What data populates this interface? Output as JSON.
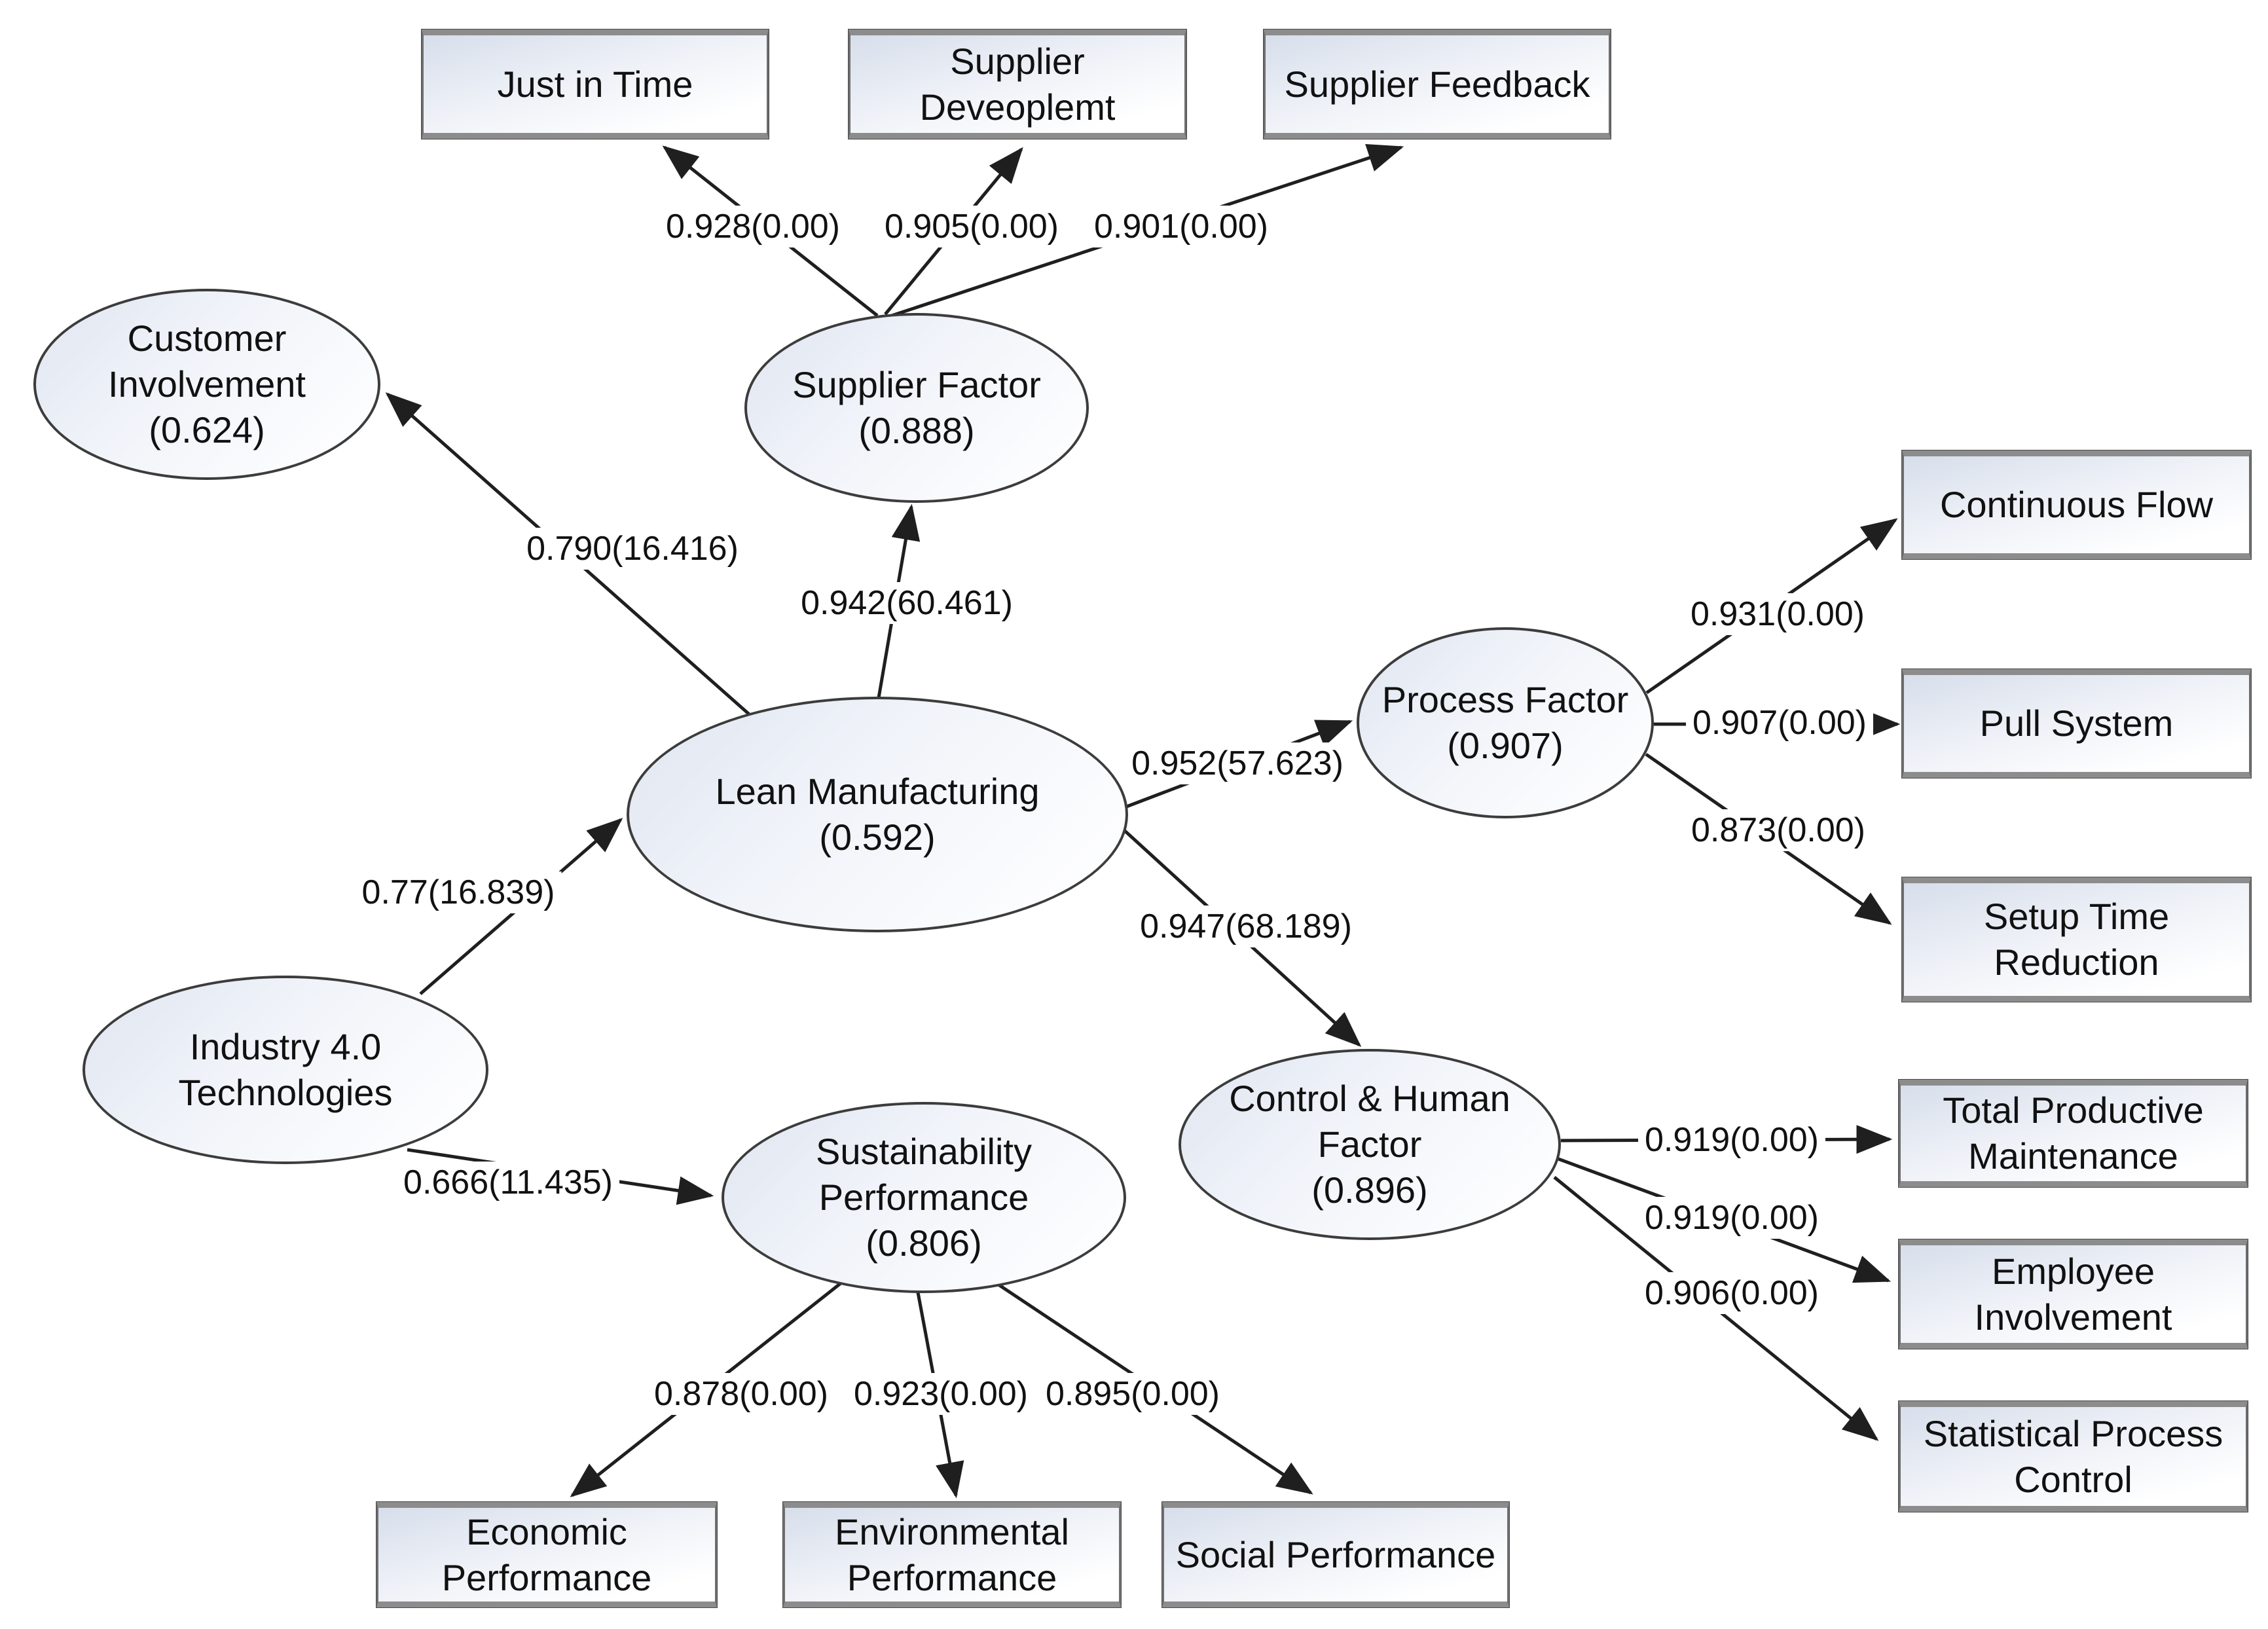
{
  "diagram": {
    "kind": "structural-equation-path-model",
    "background_color": "#ffffff",
    "line_color": "#1f1f1f",
    "node_border_color": "#3c3c3c",
    "node_fill_light": "#dfe5f0"
  },
  "nodes": {
    "just_in_time": {
      "shape": "rectangle",
      "label": "Just in Time"
    },
    "supplier_development": {
      "shape": "rectangle",
      "label": "Supplier\nDeveoplemt"
    },
    "supplier_feedback": {
      "shape": "rectangle",
      "label": "Supplier Feedback"
    },
    "continuous_flow": {
      "shape": "rectangle",
      "label": "Continuous Flow"
    },
    "pull_system": {
      "shape": "rectangle",
      "label": "Pull System"
    },
    "setup_time_reduction": {
      "shape": "rectangle",
      "label": "Setup Time\nReduction"
    },
    "total_productive_maintenance": {
      "shape": "rectangle",
      "label": "Total Productive\nMaintenance"
    },
    "employee_involvement": {
      "shape": "rectangle",
      "label": "Employee\nInvolvement"
    },
    "statistical_process_control": {
      "shape": "rectangle",
      "label": "Statistical Process\nControl"
    },
    "economic_performance": {
      "shape": "rectangle",
      "label": "Economic\nPerformance"
    },
    "environmental_performance": {
      "shape": "rectangle",
      "label": "Environmental\nPerformance"
    },
    "social_performance": {
      "shape": "rectangle",
      "label": "Social Performance"
    },
    "customer_involvement": {
      "shape": "ellipse",
      "label": "Customer\nInvolvement\n(0.624)"
    },
    "supplier_factor": {
      "shape": "ellipse",
      "label": "Supplier Factor\n(0.888)"
    },
    "lean_manufacturing": {
      "shape": "ellipse",
      "label": "Lean Manufacturing\n(0.592)"
    },
    "industry_40_technologies": {
      "shape": "ellipse",
      "label": "Industry 4.0\nTechnologies"
    },
    "process_factor": {
      "shape": "ellipse",
      "label": "Process Factor\n(0.907)"
    },
    "control_human_factor": {
      "shape": "ellipse",
      "label": "Control & Human\nFactor\n(0.896)"
    },
    "sustainability_performance": {
      "shape": "ellipse",
      "label": "Sustainability\nPerformance\n(0.806)"
    }
  },
  "edges": {
    "sf_jit": {
      "from": "supplier_factor",
      "to": "just_in_time",
      "label": "0.928(0.00)"
    },
    "sf_sd": {
      "from": "supplier_factor",
      "to": "supplier_development",
      "label": "0.905(0.00)"
    },
    "sf_sfb": {
      "from": "supplier_factor",
      "to": "supplier_feedback",
      "label": "0.901(0.00)"
    },
    "lm_ci": {
      "from": "lean_manufacturing",
      "to": "customer_involvement",
      "label": "0.790(16.416)"
    },
    "lm_sf": {
      "from": "lean_manufacturing",
      "to": "supplier_factor",
      "label": "0.942(60.461)"
    },
    "i4_lm": {
      "from": "industry_40_technologies",
      "to": "lean_manufacturing",
      "label": "0.77(16.839)"
    },
    "i4_sp": {
      "from": "industry_40_technologies",
      "to": "sustainability_performance",
      "label": "0.666(11.435)"
    },
    "lm_pf": {
      "from": "lean_manufacturing",
      "to": "process_factor",
      "label": "0.952(57.623)"
    },
    "lm_chf": {
      "from": "lean_manufacturing",
      "to": "control_human_factor",
      "label": "0.947(68.189)"
    },
    "pf_cf": {
      "from": "process_factor",
      "to": "continuous_flow",
      "label": "0.931(0.00)"
    },
    "pf_ps": {
      "from": "process_factor",
      "to": "pull_system",
      "label": "0.907(0.00)"
    },
    "pf_str": {
      "from": "process_factor",
      "to": "setup_time_reduction",
      "label": "0.873(0.00)"
    },
    "chf_tpm": {
      "from": "control_human_factor",
      "to": "total_productive_maintenance",
      "label": "0.919(0.00)"
    },
    "chf_ei": {
      "from": "control_human_factor",
      "to": "employee_involvement",
      "label": "0.919(0.00)"
    },
    "chf_spc": {
      "from": "control_human_factor",
      "to": "statistical_process_control",
      "label": "0.906(0.00)"
    },
    "sp_ecp": {
      "from": "sustainability_performance",
      "to": "economic_performance",
      "label": "0.878(0.00)"
    },
    "sp_env": {
      "from": "sustainability_performance",
      "to": "environmental_performance",
      "label": "0.923(0.00)"
    },
    "sp_soc": {
      "from": "sustainability_performance",
      "to": "social_performance",
      "label": "0.895(0.00)"
    }
  }
}
